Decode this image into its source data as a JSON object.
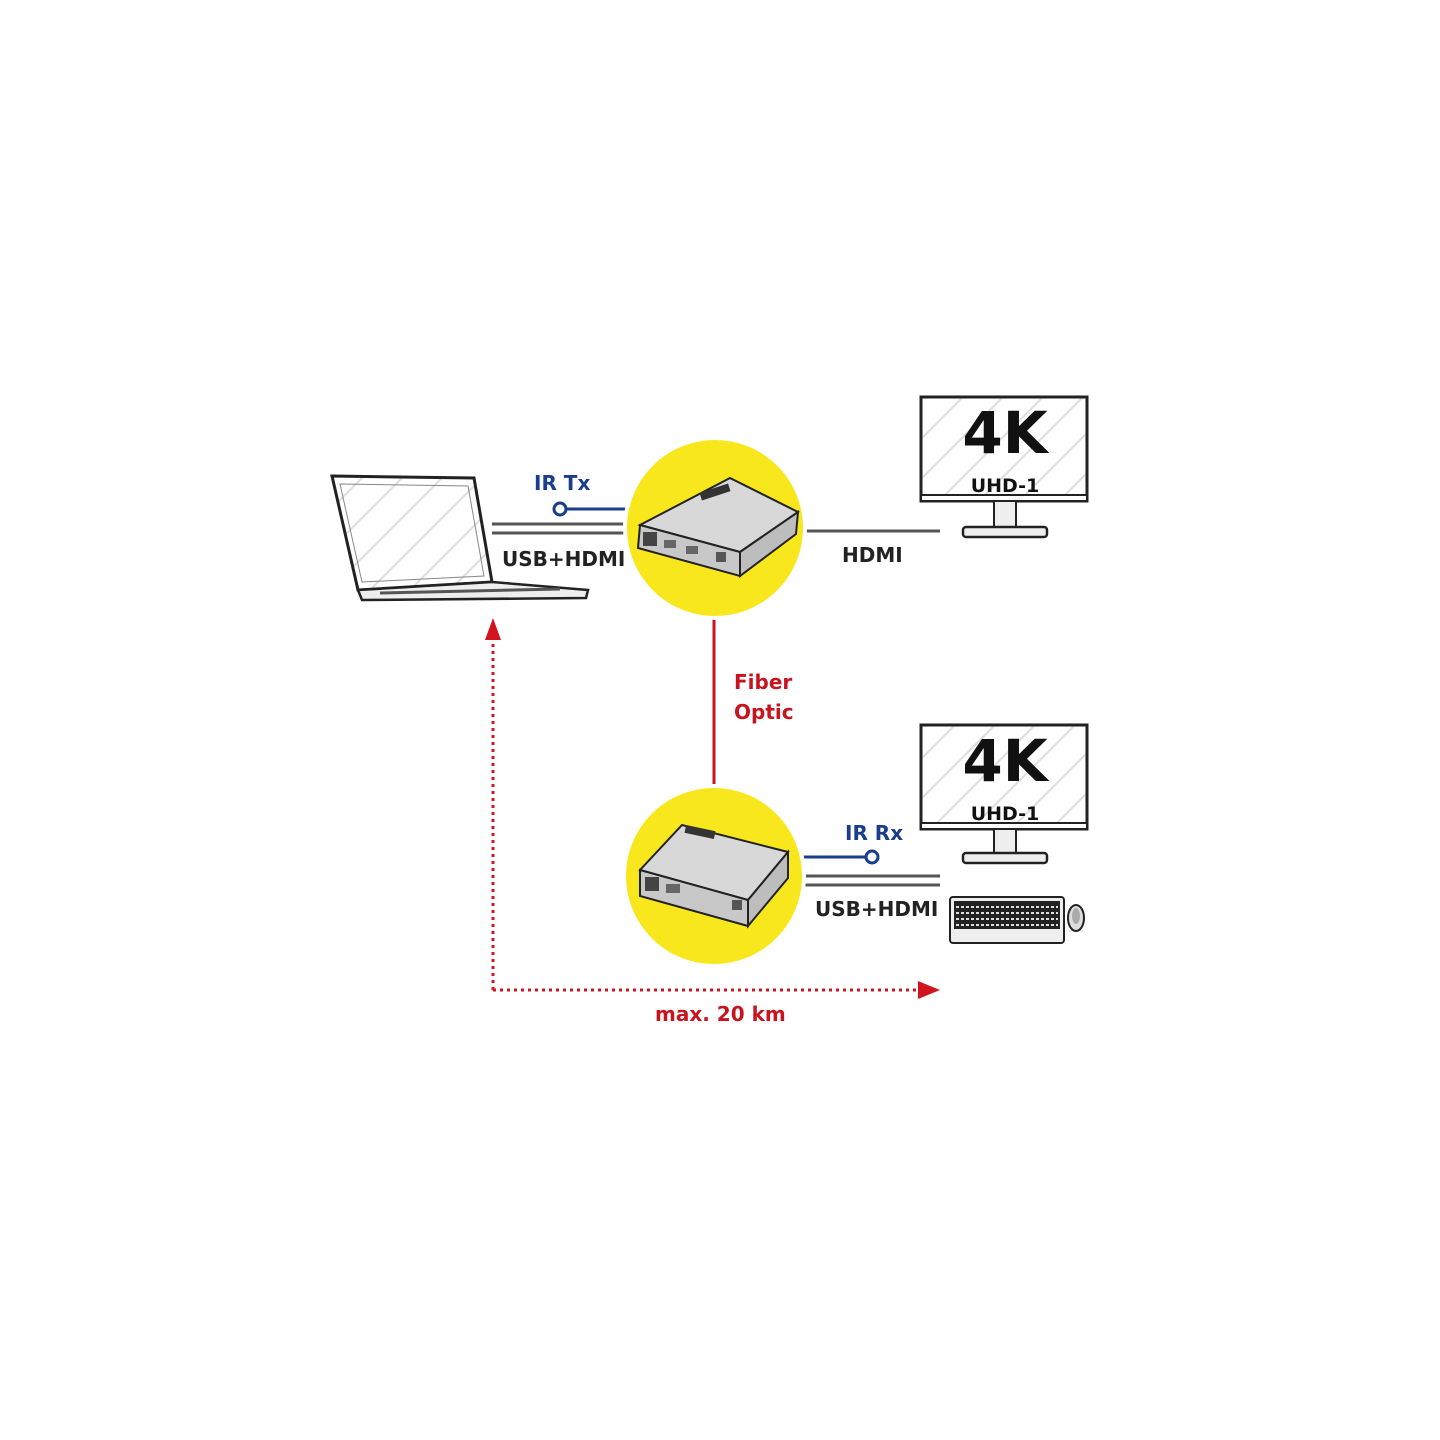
{
  "colors": {
    "circle": "#f8e71c",
    "fiber": "#c8141e",
    "ir": "#1a3e8c",
    "cable": "#555555",
    "distance": "#d2141e"
  },
  "labels": {
    "ir_tx": "IR Tx",
    "usb_hdmi_tx": "USB+HDMI",
    "hdmi": "HDMI",
    "fiber_1": "Fiber",
    "fiber_2": "Optic",
    "ir_rx": "IR Rx",
    "usb_hdmi_rx": "USB+HDMI",
    "distance": "max. 20 km"
  },
  "monitor_top": {
    "big": "4K",
    "small": "UHD-1"
  },
  "monitor_bottom": {
    "big": "4K",
    "small": "UHD-1"
  }
}
